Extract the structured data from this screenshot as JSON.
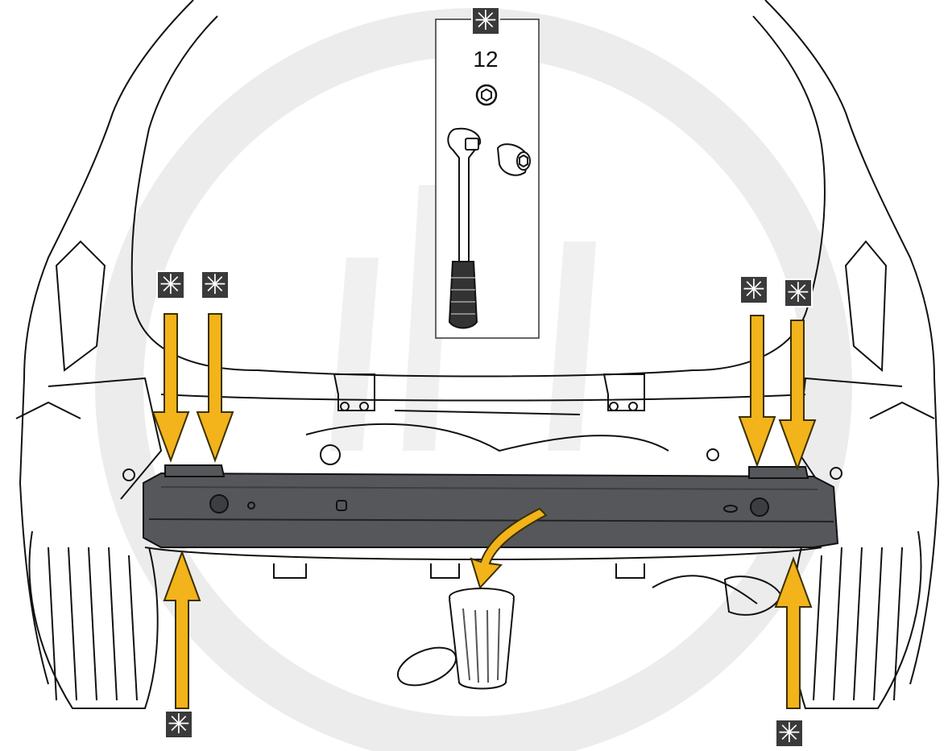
{
  "diagram": {
    "callout_symbol": "✳",
    "tool": {
      "socket_size": "12",
      "icons": [
        "hex-nut-icon",
        "ratchet-wrench-icon",
        "socket-icon"
      ]
    },
    "colors": {
      "arrow_fill": "#f2b31b",
      "arrow_stroke": "#3a3000",
      "callout_bg": "#3a3a3a",
      "beam_fill": "#55575b",
      "watermark": "#ececec",
      "line": "#111111"
    },
    "arrows_down": 4,
    "arrows_up": 2,
    "disposal": {
      "icons": [
        "trash-can-icon",
        "trash-lid-icon",
        "curved-arrow-icon"
      ]
    }
  }
}
